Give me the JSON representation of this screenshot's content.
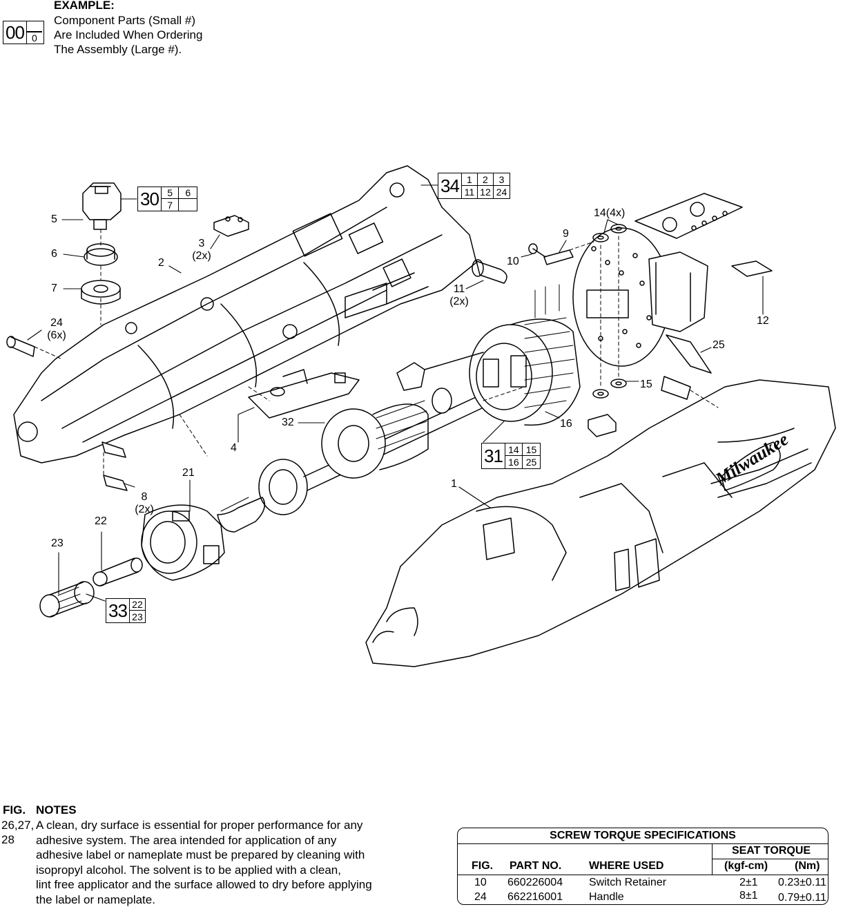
{
  "example": {
    "title": "EXAMPLE:",
    "lines": [
      "Component Parts (Small #)",
      "Are Included When Ordering",
      "The Assembly (Large #)."
    ],
    "box_big": "00",
    "box_small": "0"
  },
  "assemblies": [
    {
      "number": "30",
      "components": [
        "5",
        "6",
        "7",
        ""
      ]
    },
    {
      "number": "34",
      "components": [
        "1",
        "2",
        "3",
        "11",
        "12",
        "24"
      ]
    },
    {
      "number": "31",
      "components": [
        "14",
        "15",
        "16",
        "25"
      ]
    },
    {
      "number": "33",
      "components": [
        "22",
        "23"
      ]
    }
  ],
  "callouts": [
    {
      "id": "5",
      "text": "5"
    },
    {
      "id": "6",
      "text": "6"
    },
    {
      "id": "7",
      "text": "7"
    },
    {
      "id": "2",
      "text": "2"
    },
    {
      "id": "3",
      "text": "3",
      "qty": "(2x)"
    },
    {
      "id": "24",
      "text": "24",
      "qty": "(6x)"
    },
    {
      "id": "4",
      "text": "4"
    },
    {
      "id": "8",
      "text": "8",
      "qty": "(2x)"
    },
    {
      "id": "21",
      "text": "21"
    },
    {
      "id": "22",
      "text": "22"
    },
    {
      "id": "23",
      "text": "23"
    },
    {
      "id": "32",
      "text": "32"
    },
    {
      "id": "1",
      "text": "1"
    },
    {
      "id": "16",
      "text": "16"
    },
    {
      "id": "11",
      "text": "11",
      "qty": "(2x)"
    },
    {
      "id": "10",
      "text": "10"
    },
    {
      "id": "9",
      "text": "9"
    },
    {
      "id": "14",
      "text": "14(4x)"
    },
    {
      "id": "12",
      "text": "12"
    },
    {
      "id": "25",
      "text": "25"
    },
    {
      "id": "15",
      "text": "15"
    }
  ],
  "notes": {
    "fig_header": "FIG.",
    "notes_header": "NOTES",
    "fig_ref_line1": "26,27,",
    "fig_ref_line2": "28",
    "lines": [
      "A clean, dry surface is essential for proper performance for any",
      "adhesive system. The area intended for application of any",
      "adhesive label or nameplate must be prepared by cleaning with",
      "isopropyl alcohol. The solvent is to be applied with a clean,",
      "lint free applicator and the surface allowed to dry before applying",
      "the label or nameplate."
    ]
  },
  "torque_table": {
    "title": "SCREW TORQUE SPECIFICATIONS",
    "seat_torque": "SEAT TORQUE",
    "columns": [
      "FIG.",
      "PART NO.",
      "WHERE USED",
      "(kgf-cm)",
      "(Nm)"
    ],
    "rows": [
      {
        "fig": "10",
        "part": "660226004",
        "where": "Switch Retainer",
        "kgf": "2±1",
        "nm": "0.23±0.11"
      },
      {
        "fig": "24",
        "part": "662216001",
        "where": "Handle",
        "kgf": "8±1",
        "nm": "0.79±0.11"
      }
    ]
  },
  "brand_logo": "Milwaukee"
}
